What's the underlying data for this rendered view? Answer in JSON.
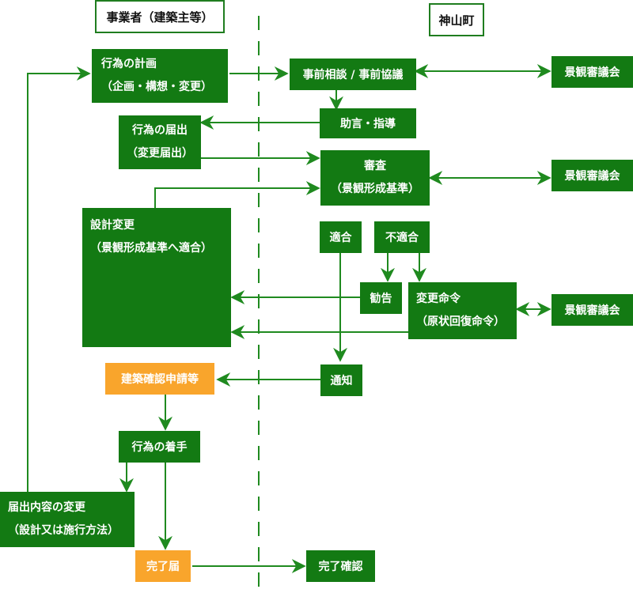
{
  "headers": {
    "applicant": "事業者（建築主等）",
    "town": "神山町"
  },
  "nodes": {
    "plan": {
      "line1": "行為の計画",
      "line2": "（企画・構想・変更）"
    },
    "consult": {
      "label": "事前相談 / 事前協議"
    },
    "council1": {
      "label": "景観審議会"
    },
    "advice": {
      "label": "助言・指導"
    },
    "notify": {
      "line1": "行為の届出",
      "line2": "（変更届出）"
    },
    "review": {
      "line1": "審査",
      "line2": "（景観形成基準）"
    },
    "council2": {
      "label": "景観審議会"
    },
    "design_change": {
      "line1": "設計変更",
      "line2": "（景観形成基準へ適合）"
    },
    "conform": {
      "label": "適合"
    },
    "nonconform": {
      "label": "不適合"
    },
    "recommend": {
      "label": "勧告"
    },
    "order": {
      "line1": "変更命令",
      "line2": "（原状回復命令）"
    },
    "council3": {
      "label": "景観審議会"
    },
    "building_confirm": {
      "label": "建築確認申請等"
    },
    "notice": {
      "label": "通知"
    },
    "start": {
      "label": "行為の着手"
    },
    "content_change": {
      "line1": "届出内容の変更",
      "line2": "（設計又は施行方法）"
    },
    "completion_report": {
      "label": "完了届"
    },
    "completion_check": {
      "label": "完了確認"
    }
  },
  "colors": {
    "green": "#137a13",
    "orange": "#f9a52c",
    "line": "#1f8a1f"
  }
}
